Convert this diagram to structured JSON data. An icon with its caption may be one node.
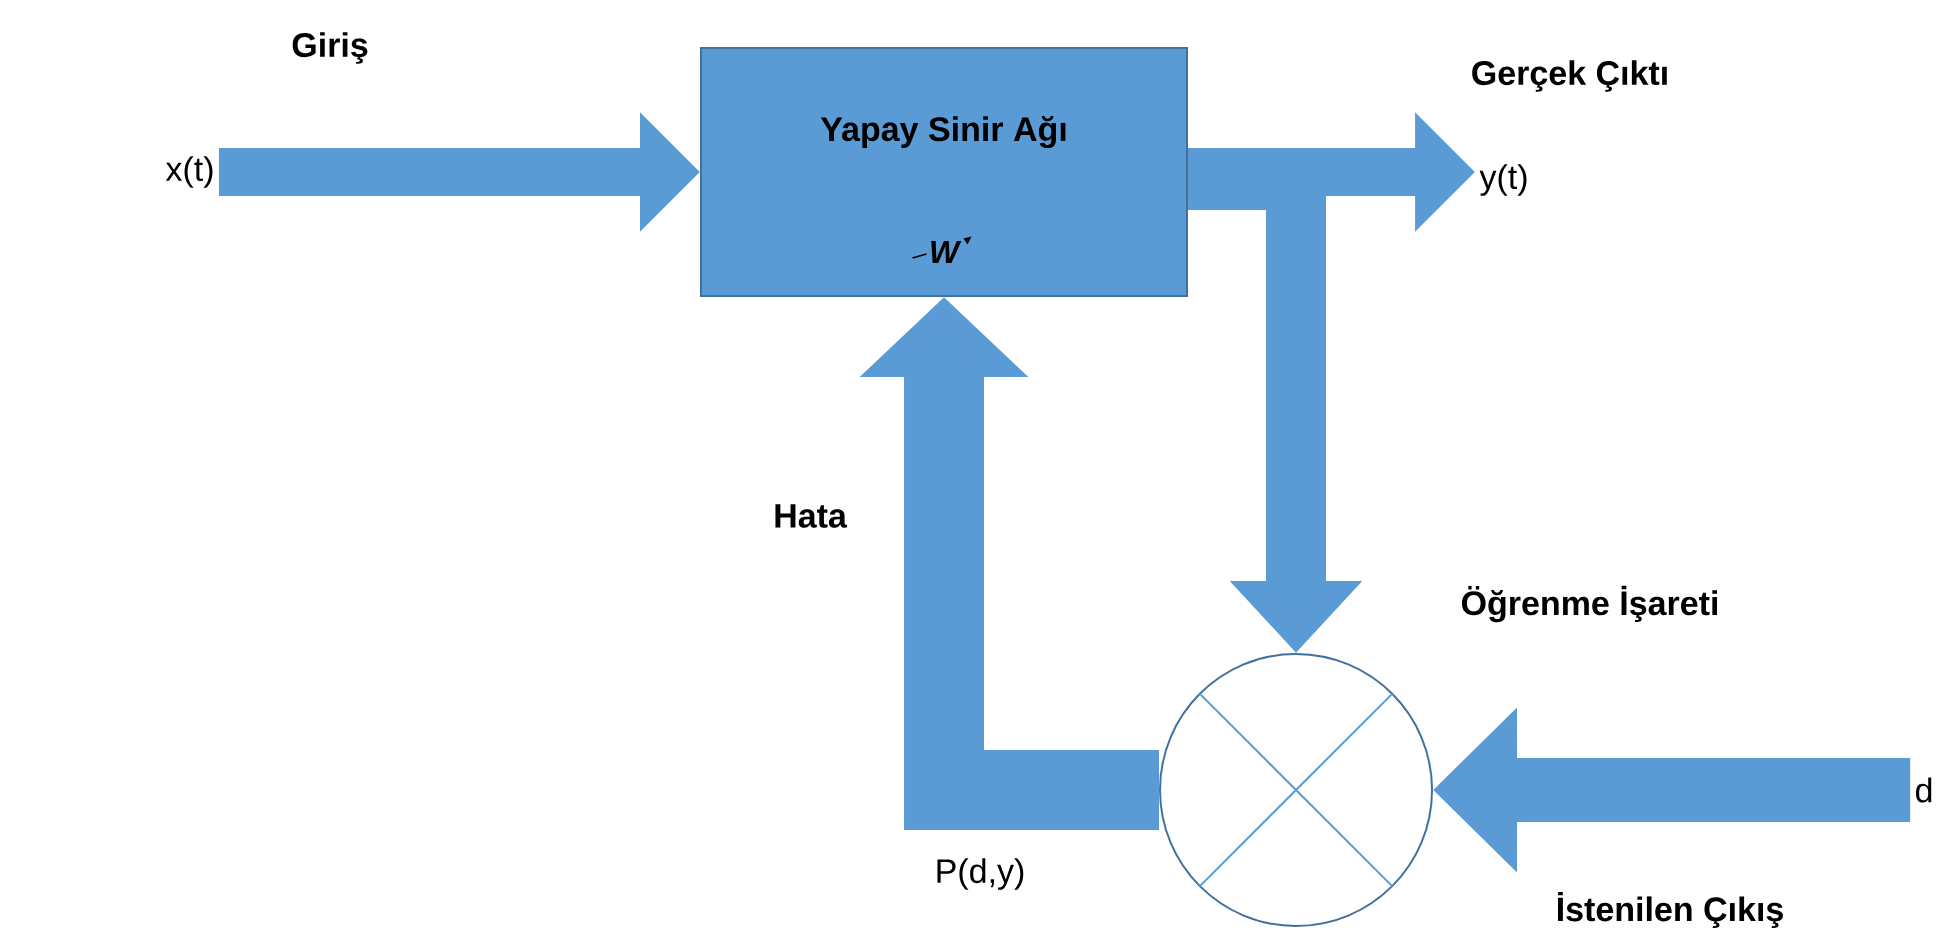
{
  "diagram": {
    "nodes": [
      {
        "text": [
          "Yapay Sinir Ağı",
          "W"
        ]
      },
      {
        "text": [
          "x(t)"
        ]
      },
      {
        "text": [
          "y(t)"
        ]
      },
      {
        "text": [],
        "shape": "circle"
      },
      {
        "text": [
          "d"
        ]
      }
    ],
    "edges": [
      {
        "from": 1,
        "to": 0,
        "arrow": "to",
        "label": "Giriş"
      },
      {
        "from": 0,
        "to": 2,
        "arrow": "to",
        "label": "Gerçek Çıktı"
      },
      {
        "from": 0,
        "to": 3,
        "arrow": "to",
        "label": "Öğrenme İşareti"
      },
      {
        "from": 4,
        "to": 3,
        "arrow": "to",
        "label": "İstenilen Çıkış"
      },
      {
        "from": 3,
        "to": 0,
        "arrow": "to",
        "label": "Hata"
      }
    ],
    "labels": [
      "P(d,y)"
    ]
  }
}
